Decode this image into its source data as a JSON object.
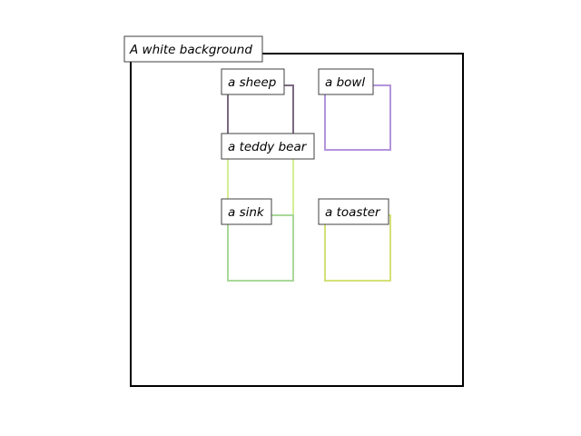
{
  "scene": {
    "background_label": "A white background",
    "background_color": "#ffffff",
    "frame_color": "#000000",
    "label_border_color": "#404040",
    "objects": [
      {
        "label": "a sheep",
        "color": "#7a6a80"
      },
      {
        "label": "a bowl",
        "color": "#b494dc"
      },
      {
        "label": "a teddy bear",
        "color": "#d4ee94"
      },
      {
        "label": "a sink",
        "color": "#a8d898"
      },
      {
        "label": "a toaster",
        "color": "#d4e078"
      }
    ]
  }
}
